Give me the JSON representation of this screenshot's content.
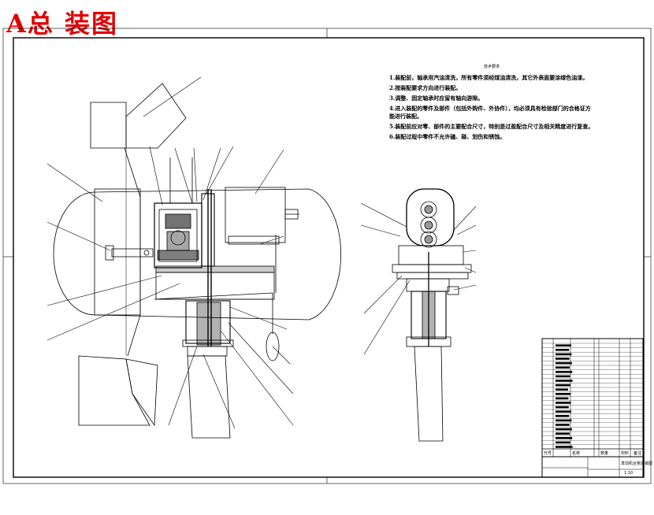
{
  "stamp": "A总 装图",
  "notes": {
    "title": "技术要求",
    "items": [
      "1.装配前，轴承用汽油清洗，所有零件须经煤油清洗，其它外表面要涂绿色油漆。",
      "2.按装配要求方向进行装配。",
      "3.调整、固定轴承时应留有轴向游隙。",
      "4.进入装配的零件及部件（包括外购件、外协件），均必须具有检验部门的合格证方能进行装配。",
      "5.装配前应对零、部件的主要配合尺寸，特别是过盈配合尺寸及相关精度进行复查。",
      "6.装配过程中零件不允许磕、碰、划伤和锈蚀。"
    ]
  },
  "title_block": {
    "name": "发动机台架总装图",
    "headers": [
      "代号",
      "名称",
      "数量",
      "材料",
      "备注"
    ],
    "scale_label": "1:10"
  }
}
